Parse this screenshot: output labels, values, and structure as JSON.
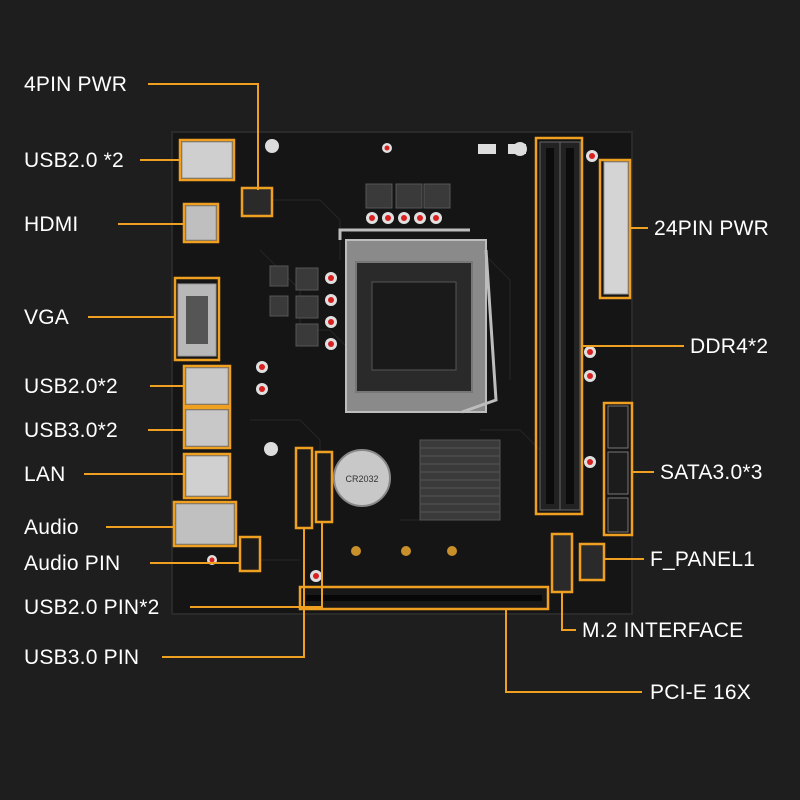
{
  "colors": {
    "background": "#1e1e1e",
    "board": "#151515",
    "highlight": "#f0a020",
    "label": "#ffffff"
  },
  "labels": {
    "pwr4pin": "4PIN PWR",
    "usb20_top": "USB2.0 *2",
    "hdmi": "HDMI",
    "vga": "VGA",
    "usb20_mid": "USB2.0*2",
    "usb30": "USB3.0*2",
    "lan": "LAN",
    "audio": "Audio",
    "audio_pin": "Audio PIN",
    "usb20_pin": "USB2.0  PIN*2",
    "usb30_pin": "USB3.0  PIN",
    "pwr24pin": "24PIN PWR",
    "ddr4": "DDR4*2",
    "sata": "SATA3.0*3",
    "fpanel": "F_PANEL1",
    "m2": "M.2 INTERFACE",
    "pcie": "PCI-E 16X"
  },
  "battery_text": "CR2032"
}
